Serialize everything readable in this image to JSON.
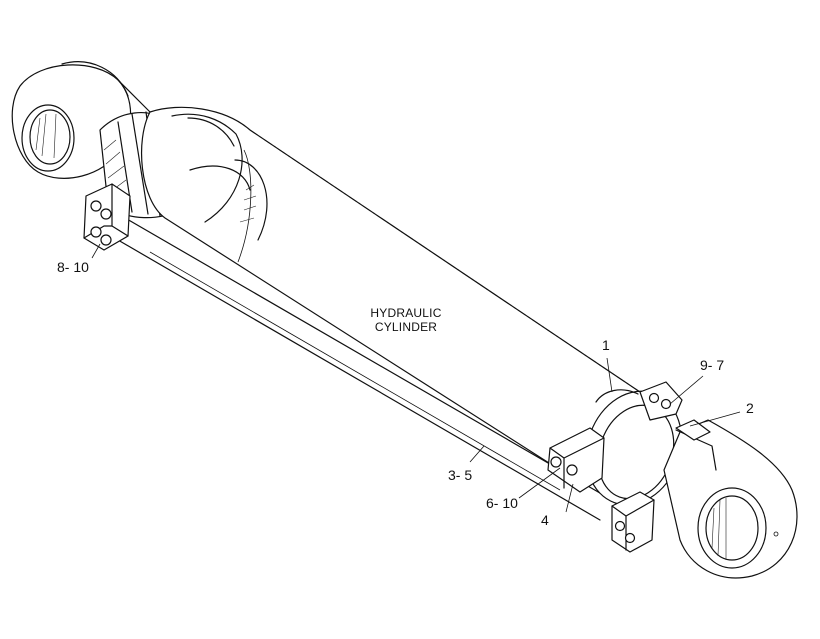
{
  "diagram": {
    "title_lines": [
      "HYDRAULIC",
      "CYLINDER"
    ],
    "callouts": [
      {
        "id": "c-1",
        "label": "1"
      },
      {
        "id": "c-9-7",
        "label": "9- 7"
      },
      {
        "id": "c-2",
        "label": "2"
      },
      {
        "id": "c-3-5",
        "label": "3- 5"
      },
      {
        "id": "c-6-10",
        "label": "6- 10"
      },
      {
        "id": "c-4",
        "label": "4"
      },
      {
        "id": "c-8-10",
        "label": "8- 10"
      }
    ]
  }
}
